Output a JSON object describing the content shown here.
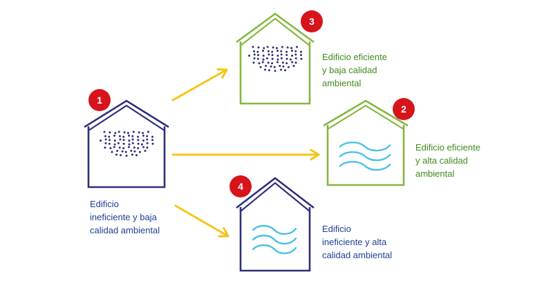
{
  "colors": {
    "navy": "#2b2f7a",
    "green": "#84b73e",
    "arrow": "#f5c518",
    "wave": "#4cc1e6",
    "badge": "#d7131b",
    "dots": "#2b2f7a"
  },
  "houses": [
    {
      "id": "1",
      "badge": "1",
      "style": "navy",
      "content": "dots",
      "label_color": "#1f3f94",
      "label": [
        "Edificio",
        "ineficiente y baja",
        "calidad ambiental"
      ]
    },
    {
      "id": "2",
      "badge": "2",
      "style": "green",
      "content": "waves",
      "label_color": "#3f8a1e",
      "label": [
        "Edificio eficiente",
        "y alta calidad",
        "ambiental"
      ]
    },
    {
      "id": "3",
      "badge": "3",
      "style": "green",
      "content": "dots",
      "label_color": "#3f8a1e",
      "label": [
        "Edificio eficiente",
        "y baja calidad",
        "ambiental"
      ]
    },
    {
      "id": "4",
      "badge": "4",
      "style": "navy",
      "content": "waves",
      "label_color": "#1f3f94",
      "label": [
        "Edificio",
        "ineficiente y alta",
        "calidad ambiental"
      ]
    }
  ],
  "icons": {
    "arrow": "right-arrow-icon",
    "dots": "particles-icon",
    "waves": "air-flow-icon"
  }
}
